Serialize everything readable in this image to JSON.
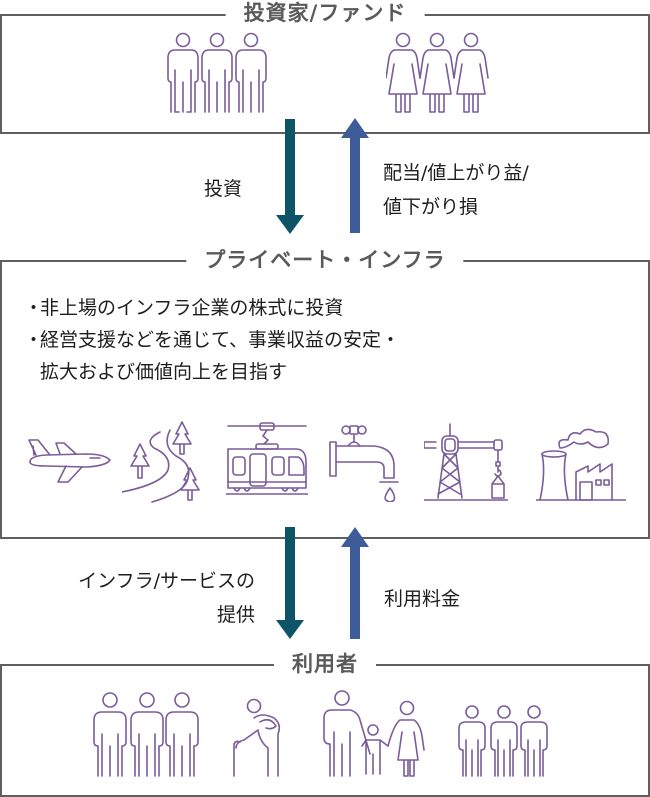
{
  "colors": {
    "down_arrow": "#0d5466",
    "up_arrow": "#3e5c99",
    "icon_stroke": "#7a5c9a",
    "box_border": "#5f5f5f",
    "box_title": "#5a5a5a"
  },
  "investors_box": {
    "title": "投資家/ファンド",
    "icons": [
      "man-icon",
      "man-icon",
      "man-icon",
      "woman-icon",
      "woman-icon",
      "woman-icon"
    ]
  },
  "flow_top": {
    "down_label": "投資",
    "up_label_line1": "配当/値上がり益/",
    "up_label_line2": "値下がり損"
  },
  "infra_box": {
    "title": "プライベート・インフラ",
    "bullets": [
      {
        "marker": "・",
        "text": "非上場のインフラ企業の株式に投資"
      },
      {
        "marker": "・",
        "text": "経営支援などを通じて、事業収益の安定・",
        "continuation": "拡大および価値向上を目指す"
      }
    ],
    "icons": [
      "airplane-icon",
      "road-forest-icon",
      "tram-icon",
      "water-faucet-icon",
      "power-tower-icon",
      "factory-icon"
    ]
  },
  "flow_bottom": {
    "down_label_line1": "インフラ/サービスの",
    "down_label_line2": "提供",
    "up_label": "利用料金"
  },
  "users_box": {
    "title": "利用者",
    "icons": [
      "people-group-icon",
      "elderly-person-icon",
      "family-icon",
      "people-group-small-icon"
    ]
  }
}
